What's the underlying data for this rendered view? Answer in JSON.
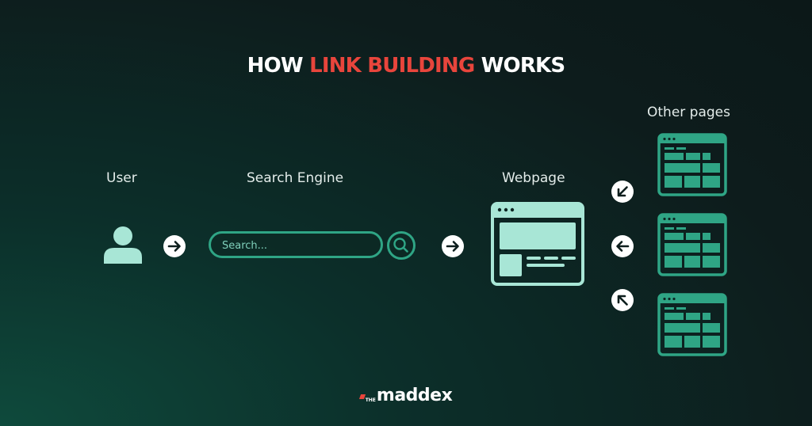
{
  "title": {
    "part1": "HOW",
    "highlight": "LINK BUILDING",
    "part2": "WORKS"
  },
  "labels": {
    "user": "User",
    "search_engine": "Search Engine",
    "webpage": "Webpage",
    "other_pages": "Other pages"
  },
  "search": {
    "placeholder": "Search..."
  },
  "logo": {
    "prefix": "THE",
    "name": "maddex"
  },
  "colors": {
    "accent_green": "#2fa585",
    "icon_light": "#a8e6d6",
    "title_red": "#e8453c",
    "arrow_bg": "#ffffff"
  },
  "icons": [
    "user-icon",
    "arrow-right-icon",
    "search-icon",
    "browser-window-icon",
    "arrow-left-icon",
    "arrow-down-left-icon",
    "arrow-up-left-icon"
  ]
}
